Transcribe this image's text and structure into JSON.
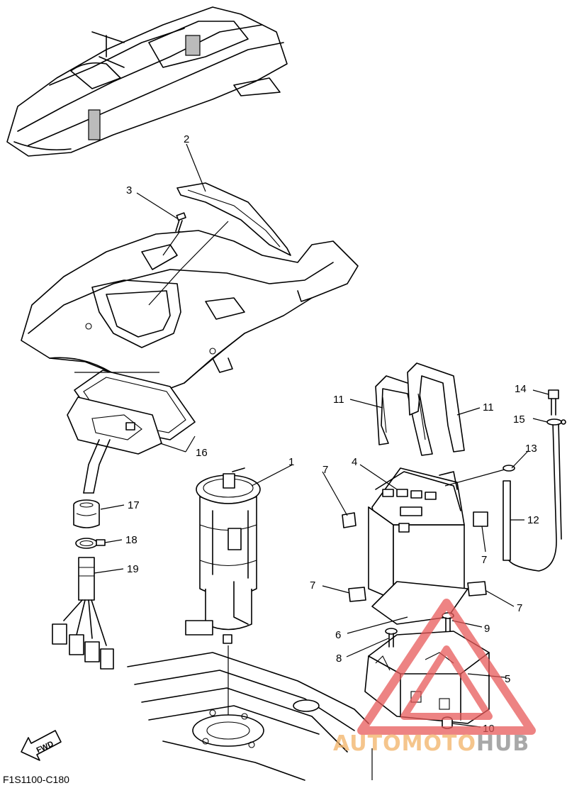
{
  "diagram": {
    "code": "F1S1100-C180",
    "direction_label": "FWD",
    "callouts": [
      {
        "id": "c1",
        "label": "1"
      },
      {
        "id": "c2",
        "label": "2"
      },
      {
        "id": "c3",
        "label": "3"
      },
      {
        "id": "c4",
        "label": "4"
      },
      {
        "id": "c5",
        "label": "5"
      },
      {
        "id": "c6",
        "label": "6"
      },
      {
        "id": "c7a",
        "label": "7"
      },
      {
        "id": "c7b",
        "label": "7"
      },
      {
        "id": "c7c",
        "label": "7"
      },
      {
        "id": "c7d",
        "label": "7"
      },
      {
        "id": "c8",
        "label": "8"
      },
      {
        "id": "c9",
        "label": "9"
      },
      {
        "id": "c10",
        "label": "10"
      },
      {
        "id": "c11a",
        "label": "11"
      },
      {
        "id": "c11b",
        "label": "11"
      },
      {
        "id": "c12",
        "label": "12"
      },
      {
        "id": "c13",
        "label": "13"
      },
      {
        "id": "c14",
        "label": "14"
      },
      {
        "id": "c15",
        "label": "15"
      },
      {
        "id": "c16",
        "label": "16"
      },
      {
        "id": "c17",
        "label": "17"
      },
      {
        "id": "c18",
        "label": "18"
      },
      {
        "id": "c19",
        "label": "19"
      }
    ]
  },
  "watermark": {
    "part1": "AUTOMOTO",
    "part2": "HUB",
    "color_primary": "#f2b266",
    "color_secondary": "#8c8c8c",
    "triangle_color": "#e85a5a"
  }
}
